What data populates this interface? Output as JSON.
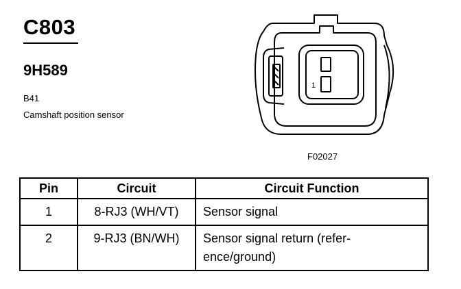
{
  "connector": {
    "id": "C803",
    "part_number": "9H589",
    "component_code": "B41",
    "component_name": "Camshaft position sensor",
    "pin_label": "1",
    "figure_id": "F02027"
  },
  "table": {
    "headers": [
      "Pin",
      "Circuit",
      "Circuit Function"
    ],
    "rows": [
      {
        "pin": "1",
        "circuit": "8-RJ3 (WH/VT)",
        "function": "Sensor signal"
      },
      {
        "pin": "2",
        "circuit": "9-RJ3 (BN/WH)",
        "function": "Sensor signal return (refer-ence/ground)"
      }
    ]
  }
}
